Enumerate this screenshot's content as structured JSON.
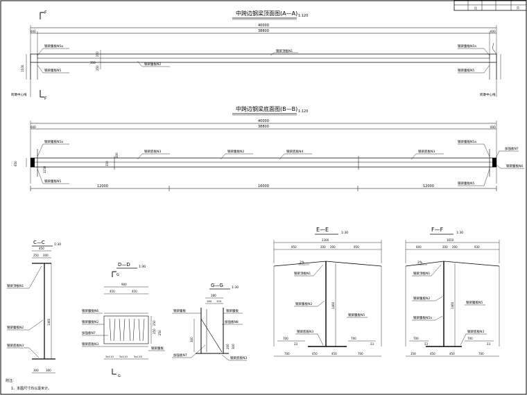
{
  "titles": {
    "aa": "中跨边钢梁顶面图(A—A)",
    "aa_scale": "1:120",
    "bb": "中跨边钢梁底面图(B—B)",
    "bb_scale": "1:120",
    "cc": "C—C",
    "cc_scale": "1:30",
    "dd": "D—D",
    "dd_scale": "1:30",
    "gg": "G—G",
    "gg_scale": "1:30",
    "ee": "E—E",
    "ee_scale": "1:30",
    "ff": "F—F",
    "ff_scale": "1:30"
  },
  "section_marks": {
    "f_top": "F",
    "f_bottom": "F",
    "g_top": "G",
    "g_bottom": "G"
  },
  "dims": {
    "aa_total": "40000",
    "aa_inner": "38800",
    "aa_left": "600",
    "aa_right": "600",
    "aa_height": "1100",
    "aa_w1": "250",
    "aa_w2": "350",
    "aa_w3": "250",
    "bb_total": "40000",
    "bb_inner": "38800",
    "bb_left": "600",
    "bb_right": "600",
    "bb_height": "650",
    "bb_seg1": "12000",
    "bb_seg2": "16000",
    "bb_seg3": "12000",
    "bb_h1": "1150",
    "bb_w1": "350",
    "bb_w2": "300",
    "cc_w": "450",
    "cc_w1": "250",
    "cc_w2": "200",
    "cc_h": "1460",
    "cc_b1": "300",
    "cc_b2": "300",
    "dd_w": "900",
    "dd_w1": "450",
    "dd_w2": "450",
    "dd_h1": "250",
    "dd_h2": "250",
    "dd_h3": "250",
    "dd_b1": "3x110",
    "dd_b2": "3x110",
    "dd_b3": "3x110",
    "gg_w": "280",
    "gg_w1": "160",
    "gg_w2": "120",
    "gg_h": "300",
    "gg_h2": "200",
    "gg_h3": "300",
    "ee_w": "2300",
    "ee_w1": "950",
    "ee_w2": "200",
    "ee_w3": "200",
    "ee_w4": "950",
    "ee_h": "1460",
    "ee_b1": "700",
    "ee_b2": "450",
    "ee_b3": "450",
    "ee_b4": "700",
    "ee_in1": "700",
    "ee_in2": "700",
    "ff_w": "1650",
    "ff_w1": "600",
    "ff_w2": "200",
    "ff_w3": "200",
    "ff_w4": "930",
    "ff_h": "1460",
    "ff_b1": "350",
    "ff_b2": "450",
    "ff_b3": "450",
    "ff_b4": "700",
    "ff_in1": "700",
    "ff_in2": "700"
  },
  "slopes": {
    "ee": "2%",
    "ff": "2%",
    "ee_sym": "23",
    "ee_sym2": "23",
    "ff_sym": "23",
    "ff_sym2": "23"
  },
  "labels": {
    "n5a_tl": "钢梁腹板N5a",
    "n5_tl": "钢梁腹板N5",
    "n1": "钢梁顶板N1",
    "n2": "钢梁腹板N2",
    "n5a_tr": "钢梁腹板N5a",
    "n5_tr": "钢梁腹板N5",
    "pier_left": "跨墩中心线",
    "pier_right": "跨墩中心线",
    "b_n5a_l": "钢梁腹板N5a",
    "b_n5_l": "钢梁腹板N5",
    "b_n3_1": "钢梁底板N3",
    "b_n2": "钢梁腹板N2",
    "b_n4": "钢梁底板N4",
    "b_n3_2": "钢梁底板N3",
    "b_n5a_r": "钢梁腹板N5a",
    "b_n5_r": "钢梁腹板N5",
    "b_n7": "加强板N7",
    "b_n6": "钢梁腹板N6",
    "c_n1": "钢梁顶板N1",
    "c_n2": "钢梁腹板N2",
    "c_n3": "钢梁底板N3",
    "d_n6": "钢梁腹板N6",
    "d_n2": "钢梁腹板N2",
    "d_n7": "加强板N7",
    "d_n3": "钢梁底板N3",
    "d_n8": "钢梁腹板",
    "g_l1": "钢梁腹板",
    "g_n7": "加强板N7",
    "g_n8": "加强板N8",
    "g_n3": "钢梁底板N3",
    "g_r1": "钢梁腹板",
    "e_n1": "钢梁顶板N1",
    "e_n2": "钢梁腹板N2",
    "e_n5": "钢梁腹板N5",
    "e_n3": "钢梁底板N3",
    "f_n1": "钢梁顶板N1",
    "f_n2": "钢梁腹板N2",
    "f_n5a": "钢梁腹板N5a",
    "f_n5": "钢梁腹板N5",
    "f_n3": "钢梁底板N3"
  },
  "notes": {
    "head": "附注:",
    "line1": "1、本图尺寸均以毫米计。"
  },
  "title_block": {
    "c1": "",
    "c2": "比",
    "c3": "",
    "c4": "",
    "c5": "页"
  }
}
